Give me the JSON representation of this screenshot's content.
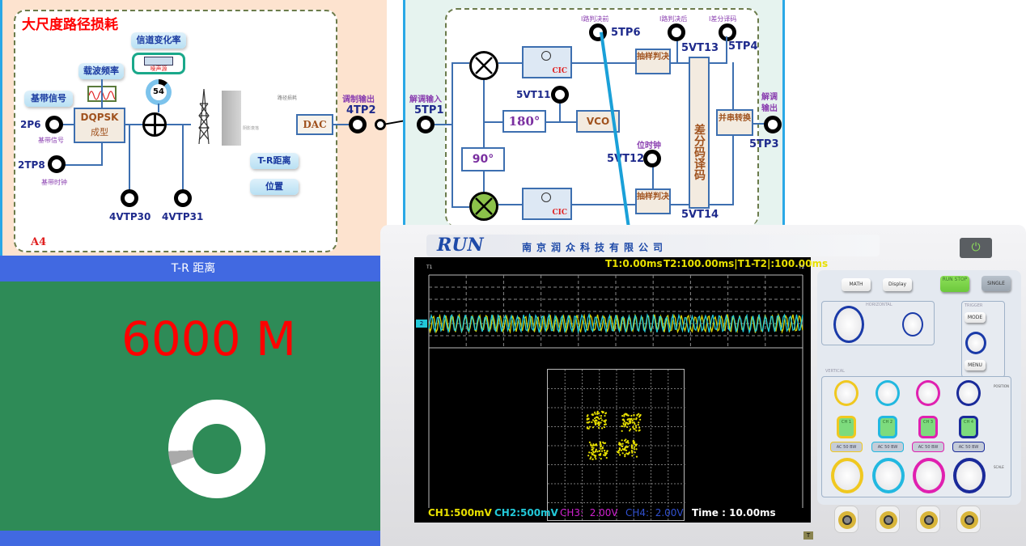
{
  "left_diagram": {
    "title": "大尺度路径损耗",
    "section_label": "A4",
    "channel_rate_label": "信道变化率",
    "noise_source_label": "噪声源",
    "noise_gauge_value": "54",
    "carrier_freq_label": "载波频率",
    "baseband_signal_label": "基带信号",
    "modulator_title": "DQPSK",
    "modulator_subtitle": "成型",
    "tp_2p6": "2P6",
    "tp_2p6_caption": "基带信号",
    "tp_2tp8": "2TP8",
    "tp_2tp8_caption": "基带时钟",
    "tp_4vtp30": "4VTP30",
    "tp_4vtp31": "4VTP31",
    "path_loss_caption": "路径损耗",
    "shadow_caption": "阴影衰落",
    "dac_label": "DAC",
    "tr_distance_button": "T-R距离",
    "position_button": "位置",
    "mod_output_label": "调制输出",
    "tp_4tp2": "4TP2"
  },
  "right_diagram": {
    "demod_input_label": "解调输入",
    "tp_5tp1": "5TP1",
    "cic_label": "CIC",
    "phase_180": "180°",
    "phase_90": "90°",
    "vco_label": "VCO",
    "tp_5vt11": "5VT11",
    "i_before_label": "I路判决前",
    "tp_5tp6": "5TP6",
    "i_after_label": "I路判决后",
    "tp_5vt13": "5VT13",
    "diff_decode_caption": "I差分译码",
    "tp_5tp4": "5TP4",
    "sample_decide_label": "抽样判决",
    "diff_decoder_label": "差分码译码",
    "ps_convert_label": "并串转换",
    "demod_output_label": "解调输出",
    "tp_5tp3": "5TP3",
    "bit_clock_label": "位时钟",
    "tp_5vt12": "5VT12",
    "tp_5vt14": "5VT14"
  },
  "tr_panel": {
    "header": "T-R 距离",
    "distance_value": "6000 M",
    "gauge_fraction": 0.12,
    "colors": {
      "header": "#4169e1",
      "body": "#2e8b57",
      "value": "#ff0000"
    }
  },
  "oscilloscope": {
    "brand_logo": "RUN",
    "brand_name": "南京润众科技有限公司",
    "cursor_readout": {
      "t1": "T1:0.00ms",
      "t2": "T2:100.00ms|T1-T2|:100.00ms",
      "t1_marker": "T1",
      "t2_marker": "T2"
    },
    "channel_marker": "2",
    "status": {
      "ch1": "CH1:500mV",
      "ch2": "CH2:500mV",
      "ch3": "CH3:  2.00V",
      "ch4": "CH4:  2.00V",
      "time": "Time : 10.00ms"
    },
    "channel_colors": {
      "ch1": "#e8e000",
      "ch2": "#22c8d8",
      "ch3": "#d020d0",
      "ch4": "#2040c0"
    },
    "buttons": {
      "power": "⏻",
      "math": "MATH",
      "display": "Display",
      "run_stop": "RUN STOP",
      "single": "SINGLE",
      "mode": "MODE",
      "menu": "MENU"
    },
    "labels": {
      "horizontal": "HORIZONTAL",
      "trigger": "TRIGGER",
      "vertical": "VERTICAL",
      "position": "POSITION",
      "scale": "SCALE",
      "trigger_tag": "T"
    },
    "channels": [
      {
        "label": "CH 1",
        "coupling": "AC  50  BW",
        "color": "#f0c820"
      },
      {
        "label": "CH 2",
        "coupling": "AC  50  BW",
        "color": "#22b8e0"
      },
      {
        "label": "CH 3",
        "coupling": "AC  50  BW",
        "color": "#e020b0"
      },
      {
        "label": "CH 4",
        "coupling": "AC  50  BW",
        "color": "#1a2a9a"
      }
    ]
  }
}
